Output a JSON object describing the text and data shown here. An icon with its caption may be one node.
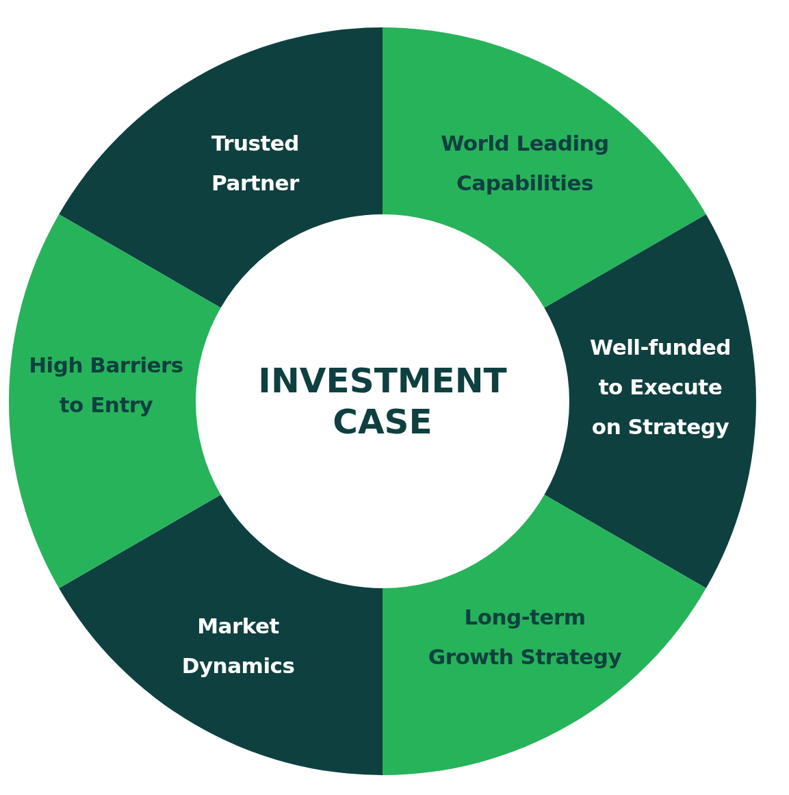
{
  "diagram": {
    "nodes": [
      {
        "text": [
          "INVESTMENT CASE"
        ]
      },
      {
        "text": [
          "Trusted Partner"
        ]
      },
      {
        "text": [
          "World Leading Capabilities"
        ]
      },
      {
        "text": [
          "Well-funded to Execute on Strategy"
        ]
      },
      {
        "text": [
          "Long-term Growth Strategy"
        ]
      },
      {
        "text": [
          "Market Dynamics"
        ]
      },
      {
        "text": [
          "High Barriers to Entry"
        ]
      }
    ]
  }
}
